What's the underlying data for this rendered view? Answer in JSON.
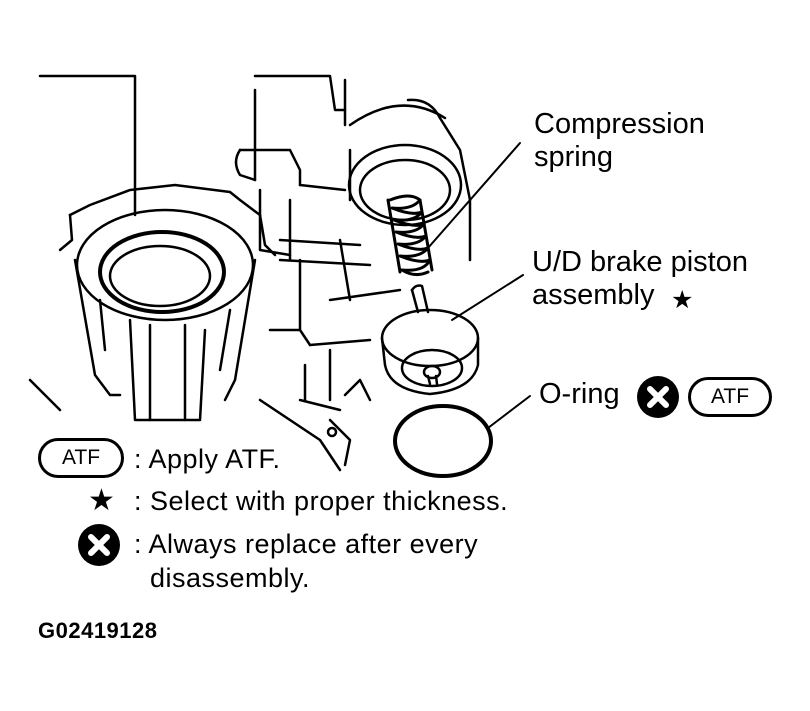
{
  "labels": {
    "compression_spring_line1": "Compression",
    "compression_spring_line2": "spring",
    "piston_line1": "U/D brake piston",
    "piston_line2": "assembly",
    "o_ring": "O-ring"
  },
  "legend": {
    "atf_badge": "ATF",
    "atf_text": ": Apply ATF.",
    "star_text": ": Select with proper thickness.",
    "replace_text_line1": ": Always replace after every",
    "replace_text_line2": "disassembly."
  },
  "symbols": {
    "star_glyph": "★",
    "replace_icon": "x-circle-icon",
    "atf_icon": "atf-badge"
  },
  "figure_code": "G02419128",
  "colors": {
    "ink": "#000000",
    "paper": "#ffffff"
  }
}
